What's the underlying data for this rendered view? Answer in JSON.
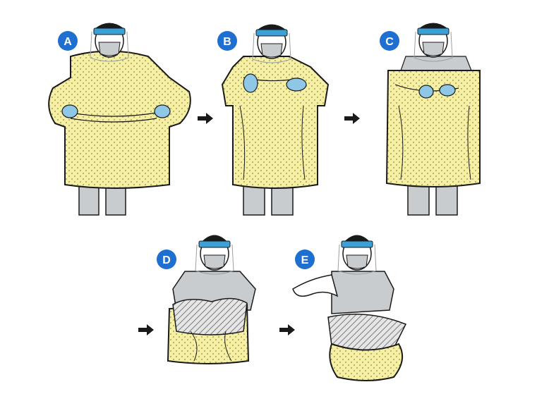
{
  "figure": {
    "steps": [
      {
        "label": "A"
      },
      {
        "label": "B"
      },
      {
        "label": "C"
      },
      {
        "label": "D"
      },
      {
        "label": "E"
      }
    ],
    "arrows": [
      "arrow-a-b",
      "arrow-b-c",
      "arrow-c-d",
      "arrow-d-e"
    ]
  },
  "colors": {
    "badge": "#1f6fd1",
    "gown": "#f5f0a6",
    "gown_dots": "#b9b15a",
    "glove": "#8fc7e6",
    "headband": "#3aa0d8",
    "scrubs": "#c8ccce",
    "outline": "#1a1a1a",
    "hatch": "#7a7a7a"
  }
}
